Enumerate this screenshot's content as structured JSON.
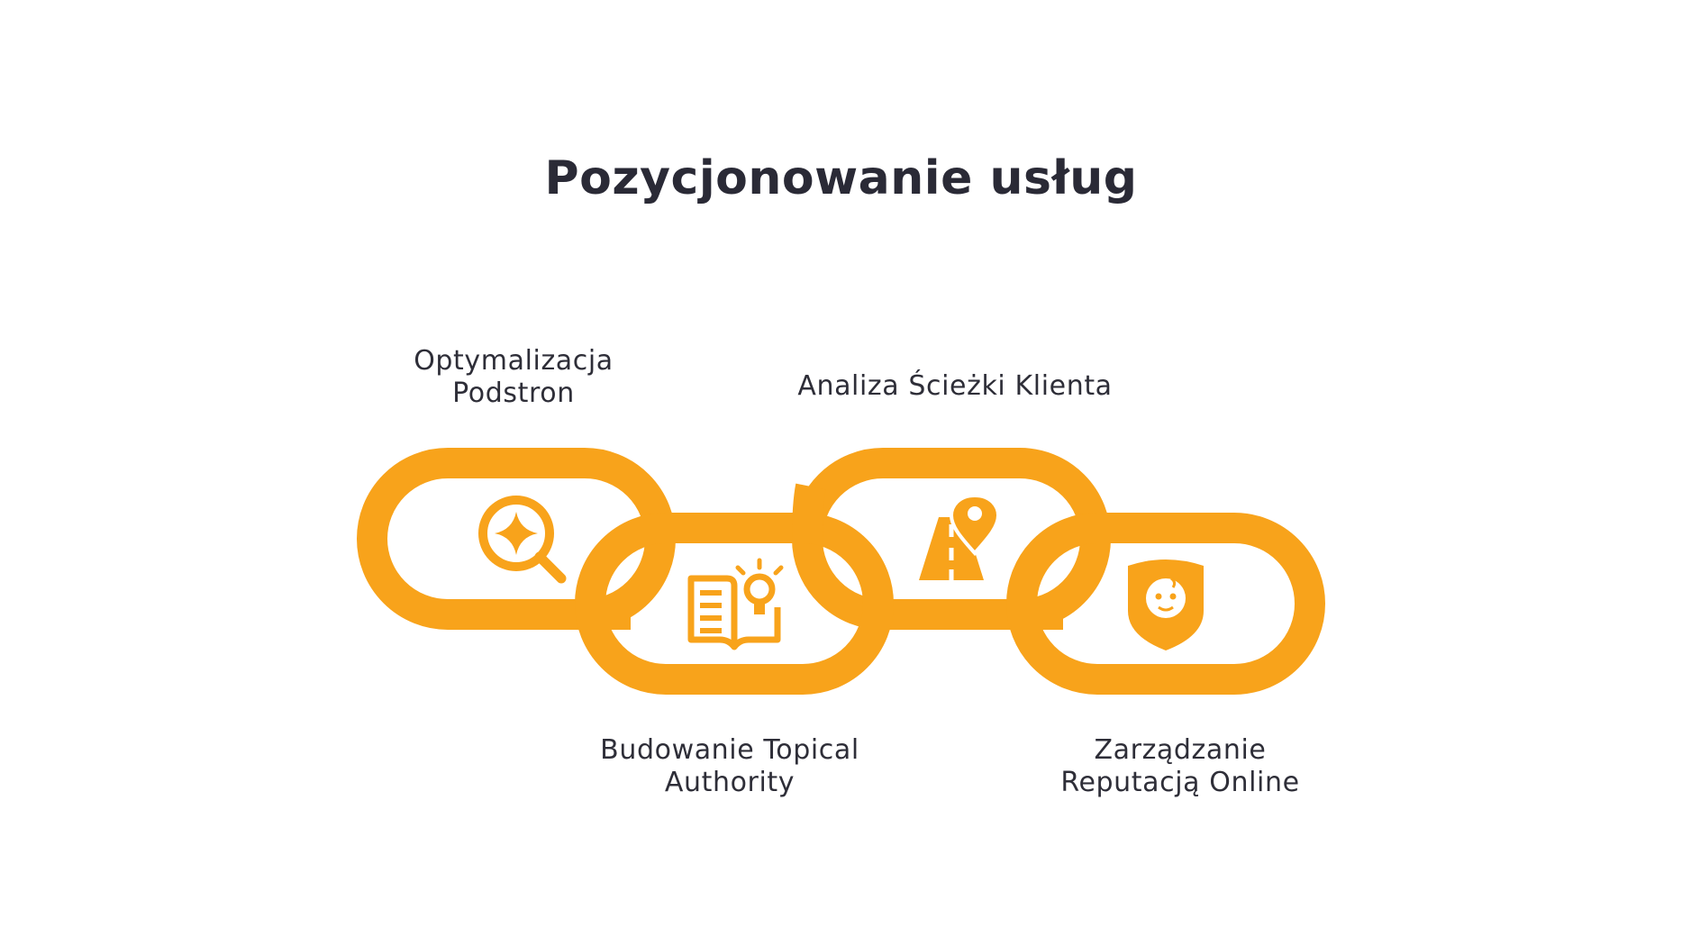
{
  "title": "Pozycjonowanie usług",
  "accent_color": "#F8A31B",
  "items": [
    {
      "lines": [
        "Optymalizacja",
        "Podstron"
      ],
      "icon": "search-sparkle-icon"
    },
    {
      "lines": [
        "Analiza Ścieżki Klienta"
      ],
      "icon": "road-location-pin-icon"
    },
    {
      "lines": [
        "Budowanie Topical",
        "Authority"
      ],
      "icon": "book-lightbulb-icon"
    },
    {
      "lines": [
        "Zarządzanie",
        "Reputacją Online"
      ],
      "icon": "shield-face-icon"
    }
  ]
}
